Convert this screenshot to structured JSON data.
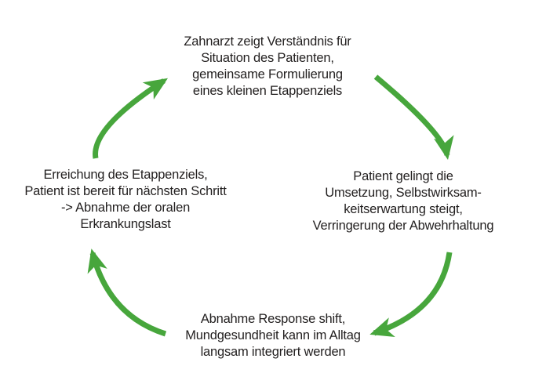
{
  "diagram": {
    "type": "cycle",
    "background": "#ffffff",
    "colors": {
      "arrow": "#47a63c",
      "text": "#221f1f"
    },
    "nodes": {
      "top": {
        "lines": [
          "Zahnarzt zeigt Verständnis für",
          "Situation des Patienten,",
          "gemeinsame Formulierung",
          "eines kleinen Etappenziels"
        ]
      },
      "right": {
        "lines": [
          "Patient gelingt die",
          "Umsetzung, Selbstwirksam-",
          "keitserwartung steigt,",
          "Verringerung der Abwehrhaltung"
        ]
      },
      "bottom": {
        "lines": [
          "Abnahme Response shift,",
          "Mundgesundheit kann im Alltag",
          "langsam integriert werden"
        ]
      },
      "left": {
        "lines": [
          "Erreichung des Etappenziels,",
          "Patient ist bereit für nächsten Schritt",
          "-> Abnahme der oralen",
          "Erkrankungslast"
        ]
      }
    }
  }
}
